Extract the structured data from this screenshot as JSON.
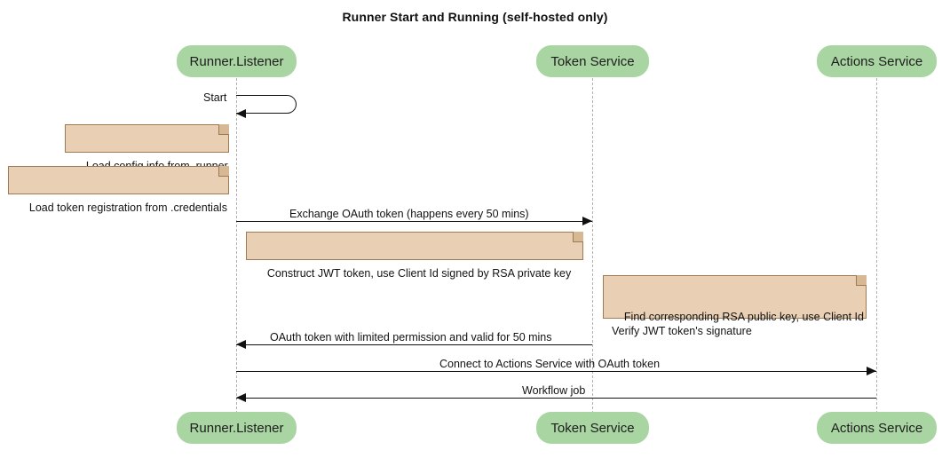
{
  "diagram": {
    "title": "Runner Start and Running (self-hosted only)",
    "type": "sequence-diagram",
    "colors": {
      "participant_fill": "#a9d5a2",
      "note_fill": "#e9cfb3",
      "note_border": "#9d7a52",
      "lifeline": "#b0b0b0",
      "line": "#111111"
    }
  },
  "participants": [
    {
      "id": "runner",
      "label": "Runner.Listener"
    },
    {
      "id": "token",
      "label": "Token Service"
    },
    {
      "id": "actions",
      "label": "Actions Service"
    }
  ],
  "messages": [
    {
      "id": "m1",
      "label": "Start",
      "from": "runner",
      "to": "runner",
      "kind": "self",
      "arrow": "left"
    },
    {
      "id": "m2",
      "label": "Exchange OAuth token (happens every 50 mins)",
      "from": "runner",
      "to": "token",
      "kind": "sync",
      "arrow": "right"
    },
    {
      "id": "m3",
      "label": "OAuth token with limited permission and valid for 50 mins",
      "from": "token",
      "to": "runner",
      "kind": "sync",
      "arrow": "left"
    },
    {
      "id": "m4",
      "label": "Connect to Actions Service with OAuth token",
      "from": "runner",
      "to": "actions",
      "kind": "sync",
      "arrow": "right"
    },
    {
      "id": "m5",
      "label": "Workflow job",
      "from": "actions",
      "to": "runner",
      "kind": "sync",
      "arrow": "left"
    }
  ],
  "notes": [
    {
      "id": "n1",
      "text": "Load config info from .runner"
    },
    {
      "id": "n2",
      "text": "Load token registration from .credentials"
    },
    {
      "id": "n3",
      "text": "Construct JWT token, use Client Id signed by RSA private key"
    },
    {
      "id": "n4",
      "text": "Find corresponding RSA public key, use Client Id\nVerify JWT token's signature"
    }
  ]
}
